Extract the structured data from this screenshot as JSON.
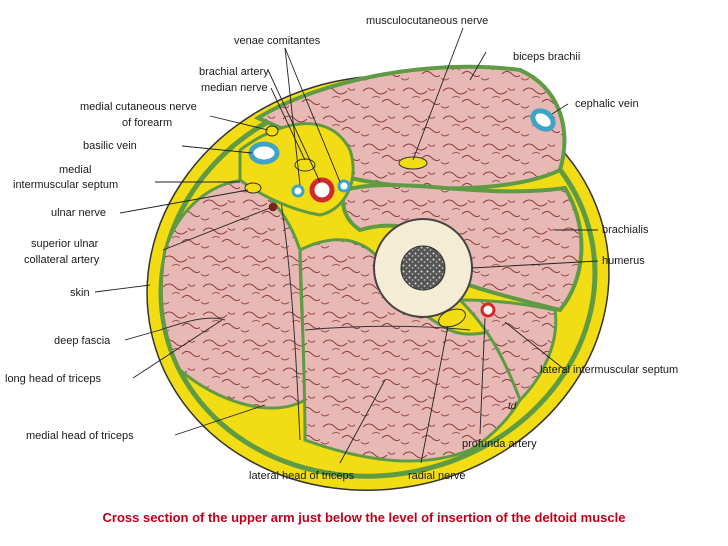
{
  "figure": {
    "labels": {
      "musculocutaneous_nerve": "musculocutaneous nerve",
      "venae_comitantes": "venae comitantes",
      "biceps_brachii": "biceps brachii",
      "brachial_artery": "brachial artery",
      "median_nerve": "median nerve",
      "medial_cutaneous_nerve_l1": "medial cutaneous nerve",
      "medial_cutaneous_nerve_l2": "of forearm",
      "cephalic_vein": "cephalic vein",
      "basilic_vein": "basilic vein",
      "medial_intermuscular_septum_l1": "medial",
      "medial_intermuscular_septum_l2": "intermuscular septum",
      "ulnar_nerve": "ulnar nerve",
      "brachialis": "brachialis",
      "superior_ulnar_collateral_artery_l1": "superior ulnar",
      "superior_ulnar_collateral_artery_l2": "collateral artery",
      "humerus": "humerus",
      "skin": "skin",
      "deep_fascia": "deep fascia",
      "lateral_intermuscular_septum": "lateral intermuscular septum",
      "long_head_of_triceps": "long head of triceps",
      "medial_head_of_triceps": "medial head of triceps",
      "profunda_artery": "profunda artery",
      "lateral_head_of_triceps": "lateral head of triceps",
      "radial_nerve": "radial nerve",
      "signature": "td"
    },
    "colors": {
      "fat": "#f2dc14",
      "fascia": "#5f9a45",
      "muscle": "#e6b4b0",
      "bone": "#f5ecd6",
      "artery": "#d12a2a",
      "vein": "#3ea3c8",
      "caption": "#c0001a"
    }
  },
  "caption": "Cross section of the upper arm just below the level of insertion of the deltoid muscle"
}
